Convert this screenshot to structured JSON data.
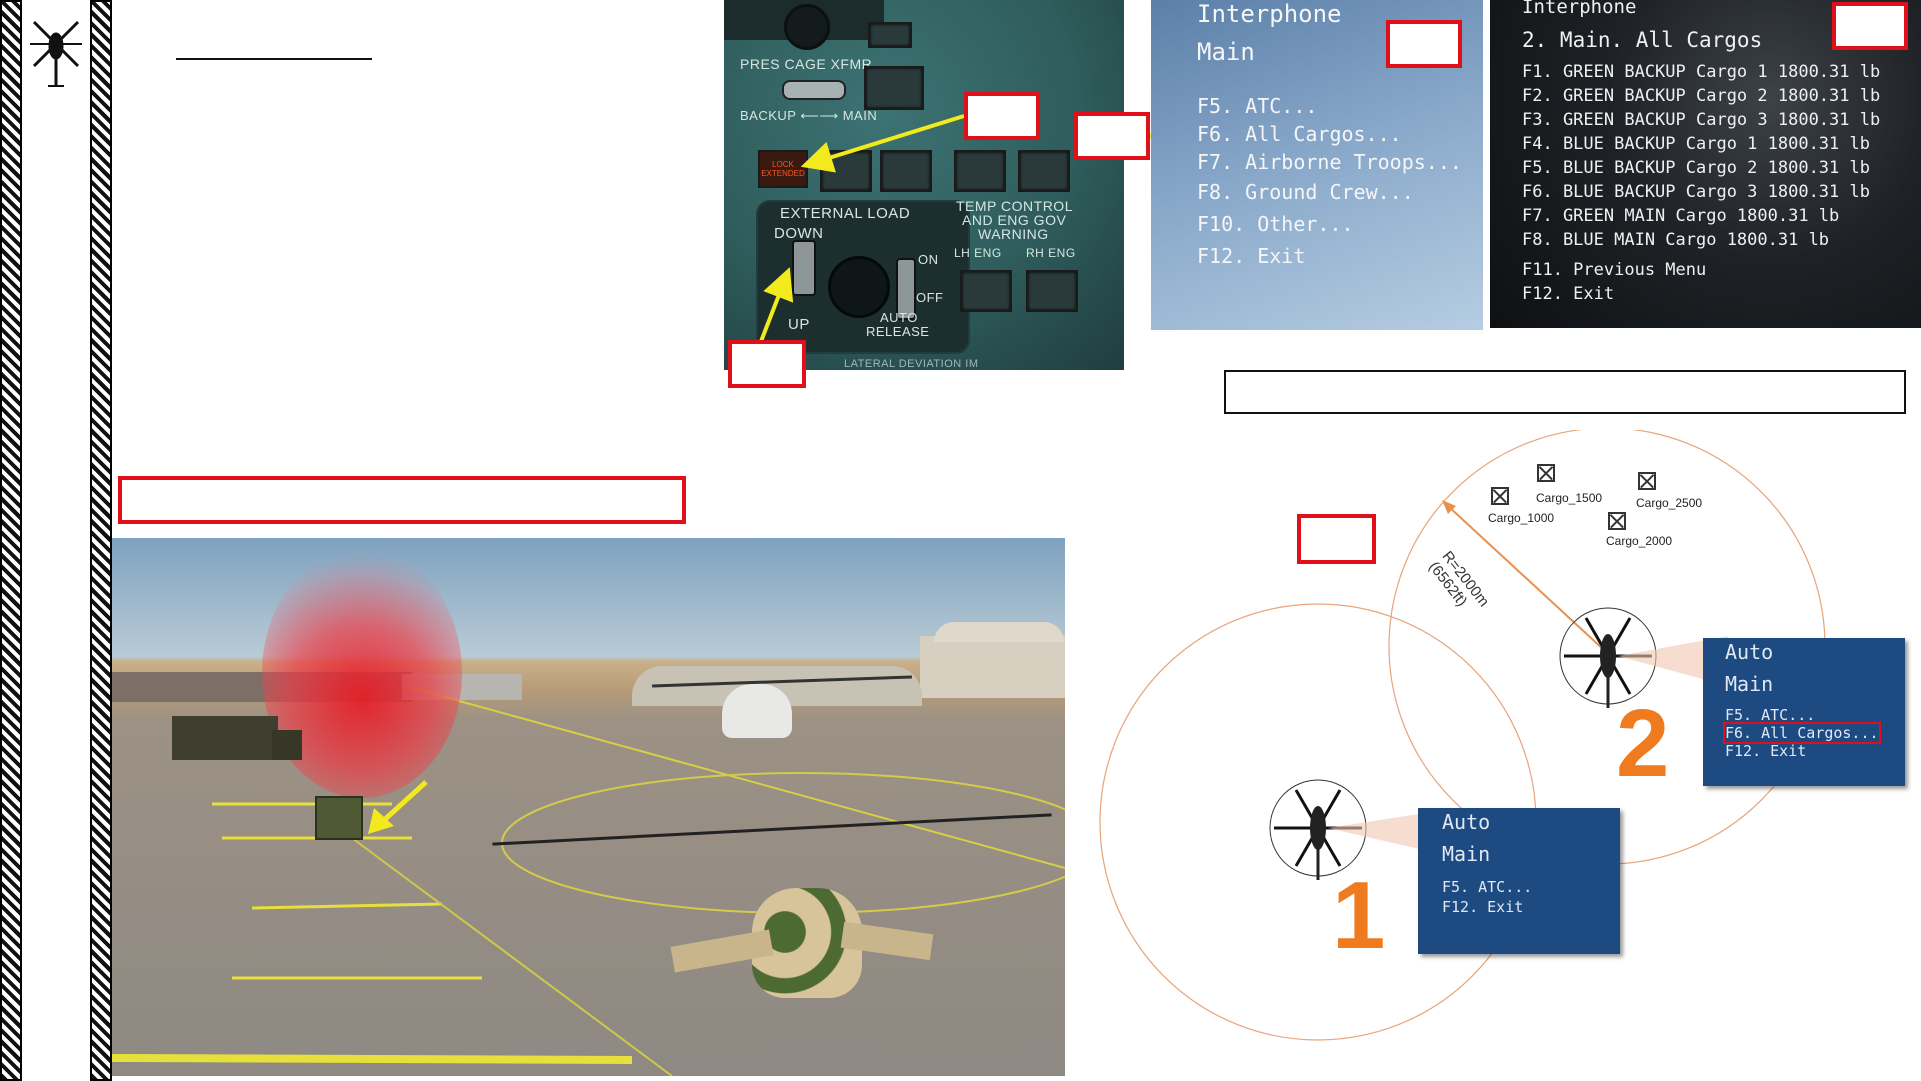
{
  "cockpit_panel": {
    "switch_top_label": "PRES CAGE XFMR",
    "switch_bottom_label": "BACKUP ⟵⟶ MAIN",
    "lock_light_line1": "LOCK",
    "lock_light_line2": "EXTENDED",
    "ext_load_title": "EXTERNAL LOAD",
    "down_label": "DOWN",
    "up_label": "UP",
    "on_label": "ON",
    "off_label": "OFF",
    "auto_release_line1": "AUTO",
    "auto_release_line2": "RELEASE",
    "temp_control_line1": "TEMP CONTROL",
    "temp_control_line2": "AND ENG GOV",
    "temp_control_line3": "WARNING",
    "lh_eng": "LH ENG",
    "rh_eng": "RH ENG",
    "bottom_text": "LATERAL DEVIATION IM"
  },
  "radio_menu_1": {
    "title": "Interphone",
    "subtitle": "Main",
    "items": [
      "F5. ATC...",
      "F6. All Cargos...",
      "F7. Airborne Troops...",
      "F8. Ground Crew...",
      "F10. Other...",
      "F12. Exit"
    ]
  },
  "radio_menu_2": {
    "title": "Interphone",
    "subtitle": "2. Main. All Cargos",
    "items": [
      "F1. GREEN BACKUP Cargo 1 1800.31 lb",
      "F2. GREEN BACKUP Cargo 2 1800.31 lb",
      "F3. GREEN BACKUP Cargo 3 1800.31 lb",
      "F4. BLUE BACKUP Cargo 1 1800.31 lb",
      "F5. BLUE BACKUP Cargo 2 1800.31 lb",
      "F6. BLUE BACKUP Cargo 3 1800.31 lb",
      "F7. GREEN MAIN Cargo 1800.31 lb",
      "F8. BLUE MAIN Cargo 1800.31 lb"
    ],
    "footer_items": [
      "F11. Previous Menu",
      "F12. Exit"
    ]
  },
  "diagram": {
    "cargos": [
      "Cargo_1000",
      "Cargo_1500",
      "Cargo_2000",
      "Cargo_2500"
    ],
    "radius_line1": "R=2000m",
    "radius_line2": "(6562ft)",
    "menu1": {
      "title": "Auto",
      "subtitle": "Main",
      "items": [
        "F5. ATC...",
        "F12. Exit"
      ]
    },
    "menu2": {
      "title": "Auto",
      "subtitle": "Main",
      "items": [
        "F5. ATC...",
        "F6. All Cargos...",
        "F12. Exit"
      ]
    },
    "number1": "1",
    "number2": "2"
  },
  "colors": {
    "highlight_red": "#e0101a",
    "arrow_yellow": "#f2ea1c",
    "orange_number": "#f07a1e",
    "panel_teal": "#2f5c5c",
    "menu_blue": "#1e4a82"
  },
  "icons": {
    "sidebar": "helicopter-icon"
  }
}
